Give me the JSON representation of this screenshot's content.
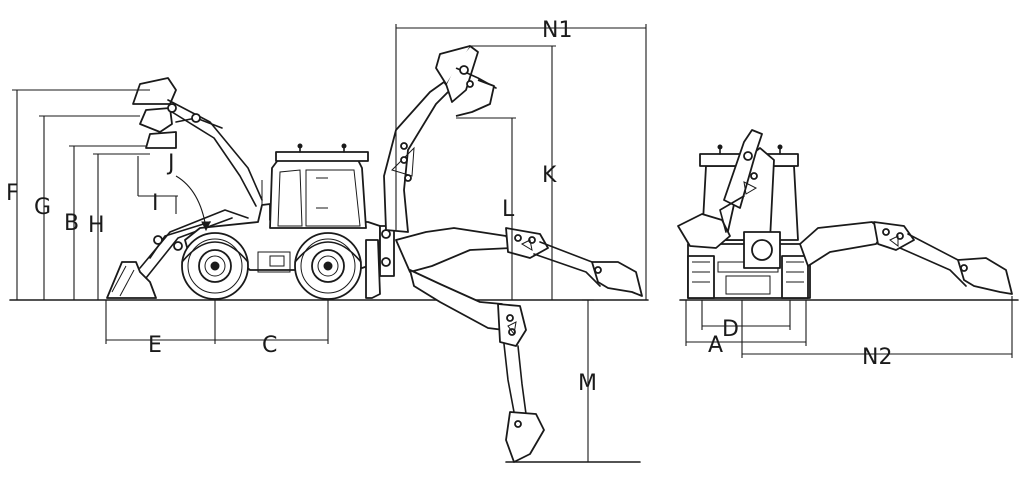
{
  "diagram": {
    "dimension_labels": {
      "F": "F",
      "G": "G",
      "B": "B",
      "H": "H",
      "I": "I",
      "J": "J",
      "E": "E",
      "C": "C",
      "N1": "N1",
      "K": "K",
      "L": "L",
      "M": "M",
      "D": "D",
      "A": "A",
      "N2": "N2"
    },
    "colors": {
      "line": "#1a1a1a",
      "background": "#ffffff"
    }
  }
}
